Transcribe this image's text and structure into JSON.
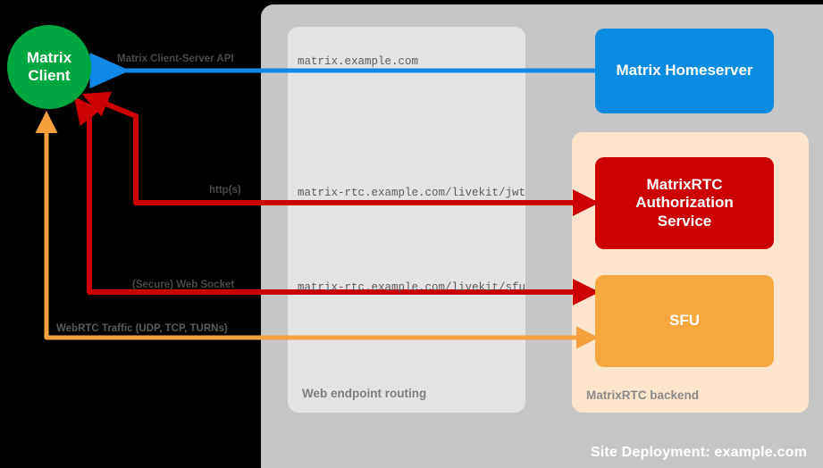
{
  "diagram": {
    "type": "architecture",
    "background": "#000000",
    "title_badge": "Site Deployment: example.com"
  },
  "nodes": {
    "client": {
      "label": "Matrix\nClient",
      "line1": "Matrix",
      "line2": "Client",
      "color": "#00a63f",
      "shape": "circle"
    },
    "homeserver": {
      "label": "Matrix Homeserver",
      "color": "#0c8ce0",
      "shape": "rounded-rect"
    },
    "auth_service": {
      "label": "MatrixRTC\nAuthorization\nService",
      "line1": "MatrixRTC",
      "line2": "Authorization",
      "line3": "Service",
      "color": "#cc0000",
      "shape": "rounded-rect"
    },
    "sfu": {
      "label": "SFU",
      "color": "#f6a83e",
      "shape": "rounded-rect"
    }
  },
  "panels": {
    "site": {
      "label": "Site Deployment: example.com",
      "color": "#c6c6c6",
      "text_color": "#ffffff"
    },
    "web_endpoint_routing": {
      "label": "Web endpoint routing",
      "color": "#e4e4e4",
      "text_color": "#7d7d7d"
    },
    "matrixrtc_backend": {
      "label": "MatrixRTC backend",
      "color": "#fde5cd",
      "text_color": "#8a8a8a"
    }
  },
  "edges": [
    {
      "id": "csapi",
      "protocol_label": "Matrix Client-Server API",
      "endpoint": "matrix.example.com",
      "color": "#1288e6",
      "direction": "homeserver-to-client"
    },
    {
      "id": "jwt",
      "protocol_label": "http(s)",
      "endpoint": "matrix-rtc.example.com/livekit/jwt",
      "color": "#cc0000",
      "direction": "bidirectional"
    },
    {
      "id": "sfu-ws",
      "protocol_label": "(Secure) Web Socket",
      "endpoint": "matrix-rtc.example.com/livekit/sfu",
      "color": "#cc0000",
      "direction": "bidirectional"
    },
    {
      "id": "webrtc",
      "protocol_label": "WebRTC Traffic (UDP, TCP, TURNs)",
      "endpoint": "",
      "color": "#f5a03c",
      "direction": "bidirectional"
    }
  ]
}
